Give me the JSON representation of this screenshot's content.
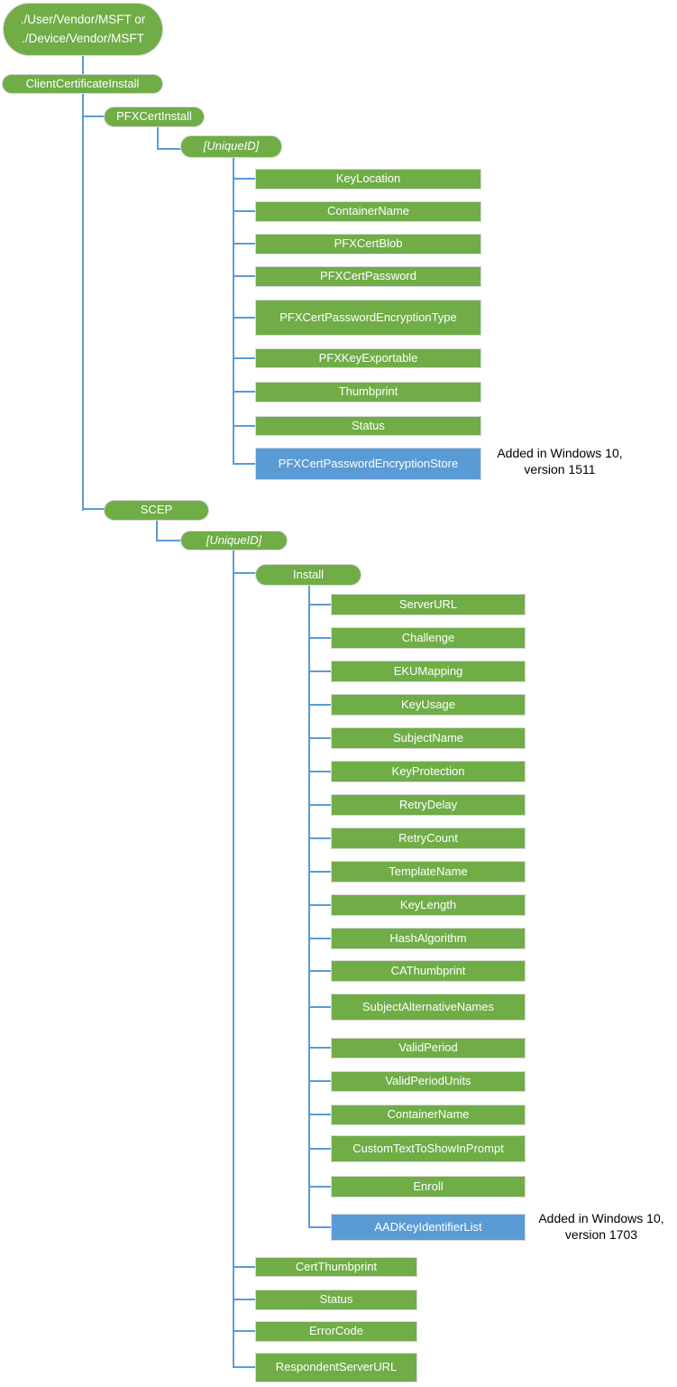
{
  "colors": {
    "green": "#70AD47",
    "blue": "#5B9BD5",
    "connector": "#5B9BD5",
    "border": "#D8D8D8",
    "text": "#FFFFFF",
    "annotation": "#000000"
  },
  "diagram": {
    "root": {
      "line1": "./User/Vendor/MSFT or",
      "line2": "./Device/Vendor/MSFT"
    },
    "client_certificate_install": "ClientCertificateInstall",
    "pfx": {
      "parent": "PFXCertInstall",
      "unique_id": "[UniqueID]",
      "children": [
        "KeyLocation",
        "ContainerName",
        "PFXCertBlob",
        "PFXCertPassword",
        "PFXCertPasswordEncryptionType",
        "PFXKeyExportable",
        "Thumbprint",
        "Status"
      ],
      "added_child": "PFXCertPasswordEncryptionStore",
      "annotation": {
        "line1": "Added in Windows 10,",
        "line2": "version 1511"
      }
    },
    "scep": {
      "parent": "SCEP",
      "unique_id": "[UniqueID]",
      "install": {
        "label": "Install",
        "children": [
          "ServerURL",
          "Challenge",
          "EKUMapping",
          "KeyUsage",
          "SubjectName",
          "KeyProtection",
          "RetryDelay",
          "RetryCount",
          "TemplateName",
          "KeyLength",
          "HashAlgorithm",
          "CAThumbprint",
          "SubjectAlternativeNames",
          "ValidPeriod",
          "ValidPeriodUnits",
          "ContainerName",
          "CustomTextToShowInPrompt",
          "Enroll"
        ],
        "added_child": "AADKeyIdentifierList",
        "annotation": {
          "line1": "Added in Windows 10,",
          "line2": "version 1703"
        }
      },
      "children": [
        "CertThumbprint",
        "Status",
        "ErrorCode",
        "RespondentServerURL"
      ]
    }
  }
}
